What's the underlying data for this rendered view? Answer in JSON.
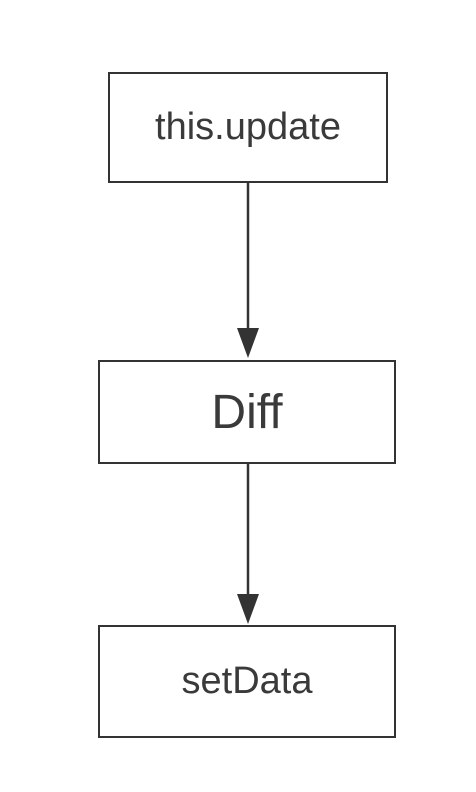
{
  "diagram": {
    "nodes": [
      {
        "id": "update",
        "label": "this.update"
      },
      {
        "id": "diff",
        "label": "Diff"
      },
      {
        "id": "setdata",
        "label": "setData"
      }
    ],
    "edges": [
      {
        "from": "update",
        "to": "diff"
      },
      {
        "from": "diff",
        "to": "setdata"
      }
    ]
  },
  "colors": {
    "stroke": "#333333",
    "text": "#3a3a3a",
    "background": "#ffffff"
  }
}
